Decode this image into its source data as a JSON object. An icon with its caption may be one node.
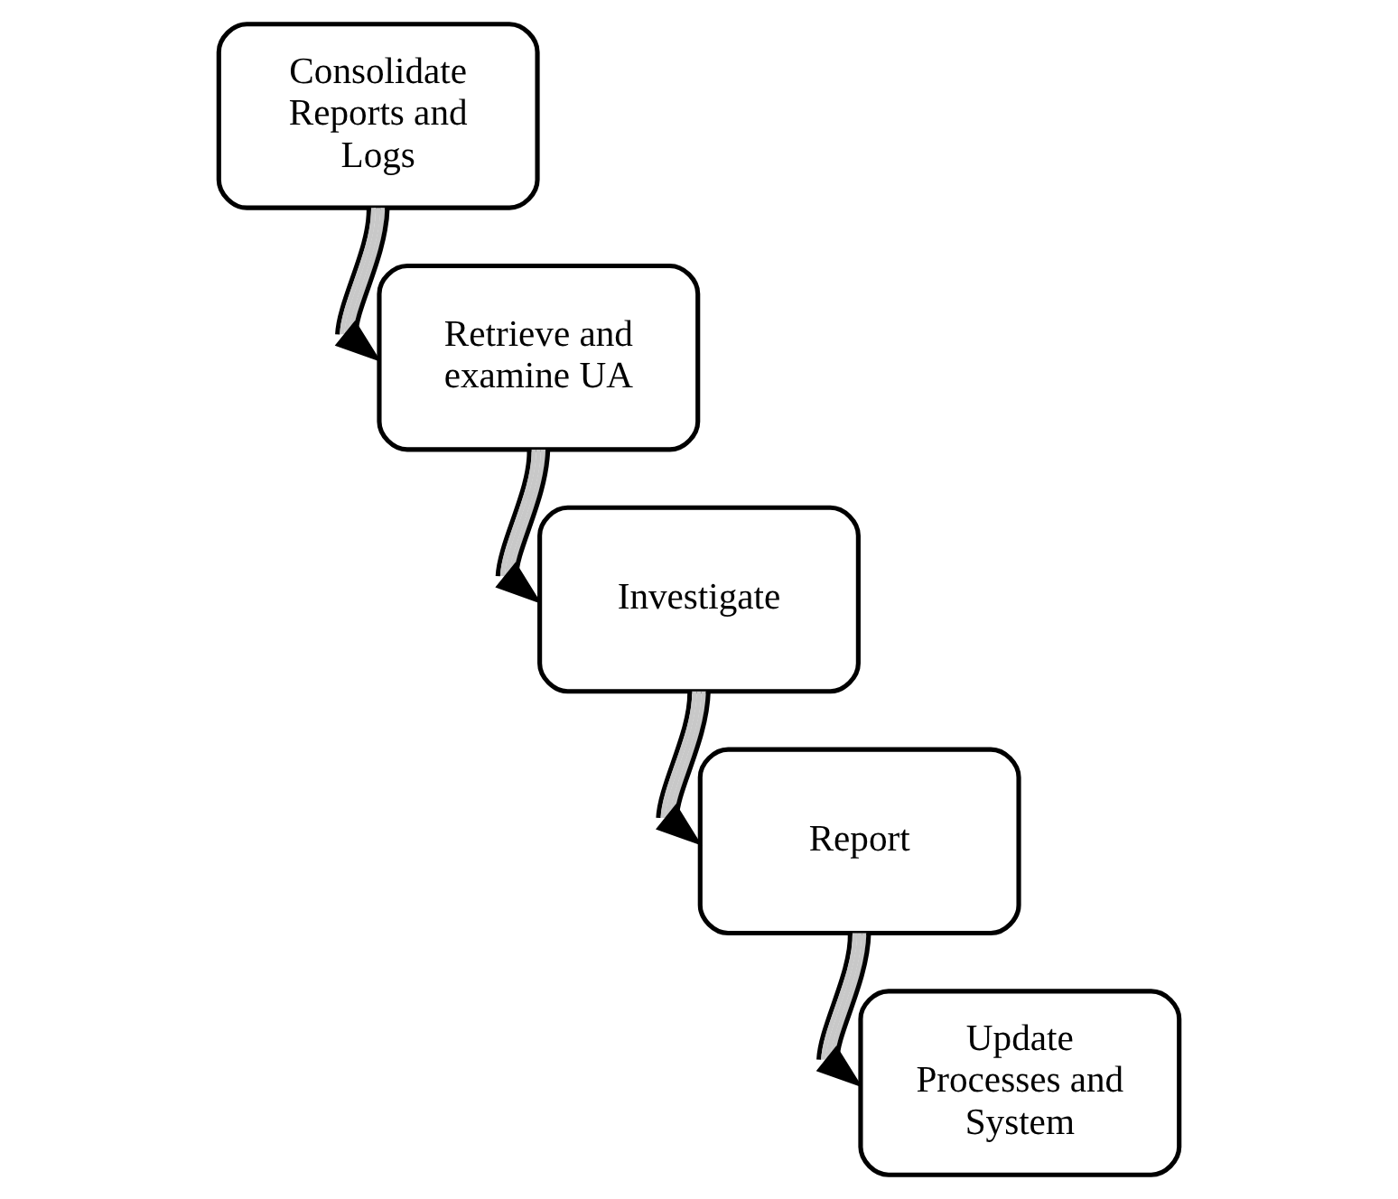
{
  "diagram": {
    "nodes": [
      {
        "text": [
          "Consolidate Reports and Logs"
        ]
      },
      {
        "text": [
          "Retrieve and examine UA"
        ]
      },
      {
        "text": [
          "Investigate"
        ]
      },
      {
        "text": [
          "Report"
        ]
      },
      {
        "text": [
          "Update Processes and System"
        ]
      }
    ],
    "edges": [
      {
        "from": 0,
        "to": 1,
        "arrow": "to"
      },
      {
        "from": 1,
        "to": 2,
        "arrow": "to"
      },
      {
        "from": 2,
        "to": 3,
        "arrow": "to"
      },
      {
        "from": 3,
        "to": 4,
        "arrow": "to"
      }
    ]
  }
}
